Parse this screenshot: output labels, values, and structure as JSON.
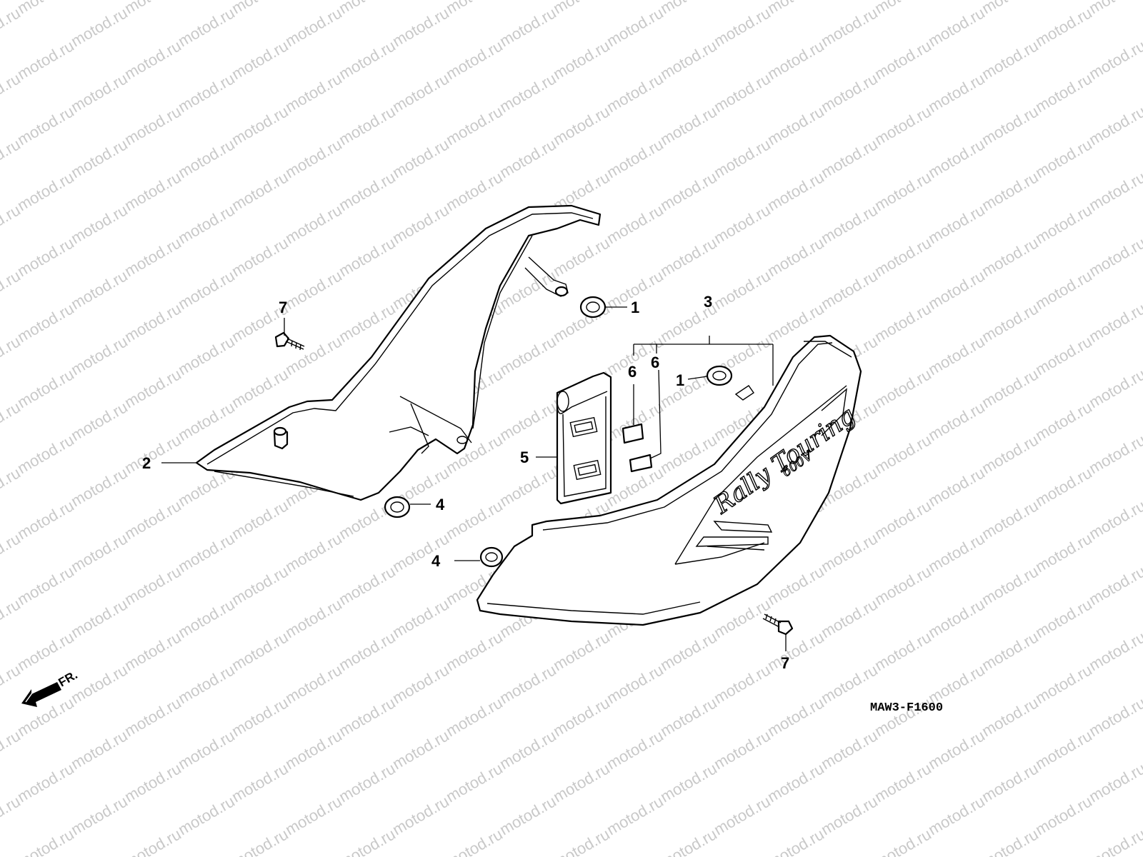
{
  "watermark": {
    "text": "motod.ru"
  },
  "callouts": [
    {
      "id": "c7a",
      "number": "7"
    },
    {
      "id": "c1a",
      "number": "1"
    },
    {
      "id": "c3",
      "number": "3"
    },
    {
      "id": "c6a",
      "number": "6"
    },
    {
      "id": "c6b",
      "number": "6"
    },
    {
      "id": "c1b",
      "number": "1"
    },
    {
      "id": "c2",
      "number": "2"
    },
    {
      "id": "c5",
      "number": "5"
    },
    {
      "id": "c4a",
      "number": "4"
    },
    {
      "id": "c4b",
      "number": "4"
    },
    {
      "id": "c7b",
      "number": "7"
    }
  ],
  "diagram_code": "MAW3-F1600",
  "front_indicator": {
    "label": "FR.",
    "icon": "front-direction-arrow-icon"
  },
  "cover_logo": {
    "main": "Rally Touring",
    "sub": "600V"
  }
}
